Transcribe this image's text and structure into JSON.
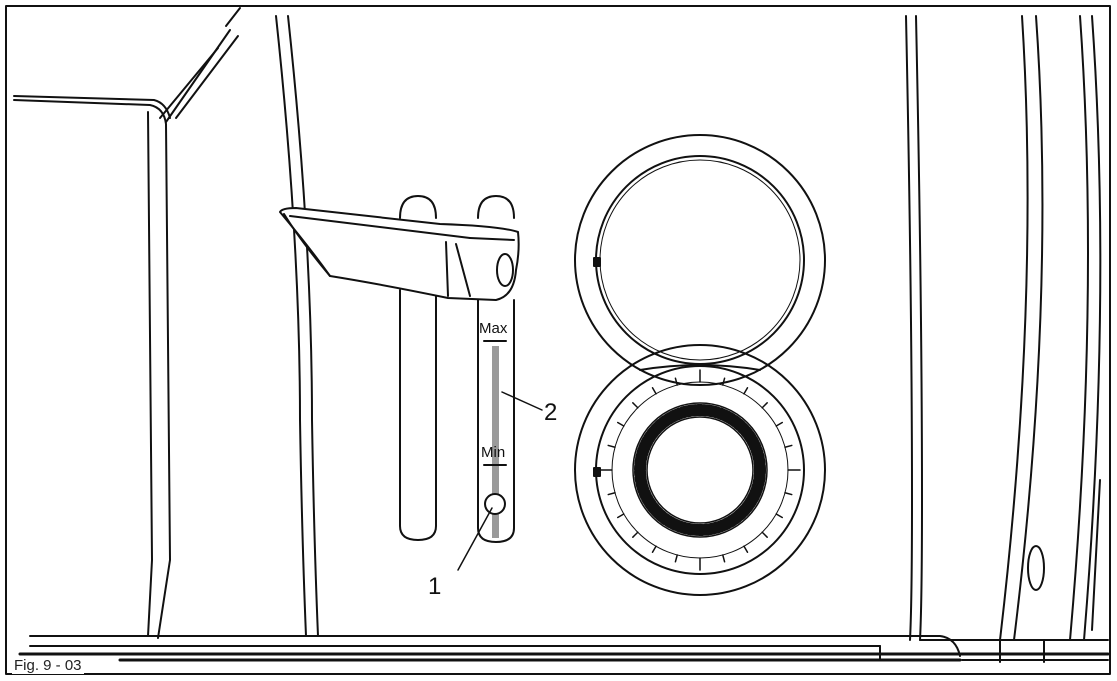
{
  "figure": {
    "caption": "Fig. 9 - 03"
  },
  "gauge": {
    "max_label": "Max",
    "min_label": "Min"
  },
  "callouts": [
    {
      "number": "1",
      "target": "sight-glass-screw"
    },
    {
      "number": "2",
      "target": "oil-level-window"
    }
  ]
}
